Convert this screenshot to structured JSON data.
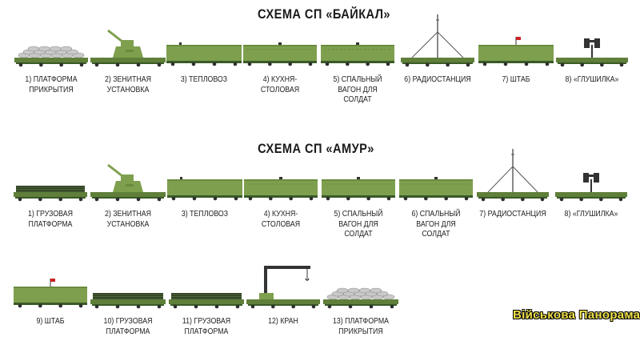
{
  "diagram": {
    "colors": {
      "car_body": "#7ea04e",
      "car_roof": "#6a8b3e",
      "platform": "#5f7f3a",
      "wheel": "#2f2f2f",
      "rail": "#3a5a27",
      "flag": "#cc2222",
      "cargo": "#c9c9c9"
    },
    "schemes": [
      {
        "title": "СХЕМА СП «БАЙКАЛ»",
        "cars": [
          {
            "kind": "cover-platform",
            "icon": "sandbag-platform-icon",
            "label_lines": [
              "1) ПЛАТФОРМА",
              "ПРИКРЫТИЯ"
            ]
          },
          {
            "kind": "anti-aircraft",
            "icon": "anti-aircraft-gun-icon",
            "label_lines": [
              "2) ЗЕНИТНАЯ",
              "УСТАНОВКА"
            ]
          },
          {
            "kind": "locomotive",
            "icon": "locomotive-icon",
            "label_lines": [
              "3) ТЕПЛОВОЗ"
            ]
          },
          {
            "kind": "passenger",
            "icon": "kitchen-car-icon",
            "label_lines": [
              "4) КУХНЯ-",
              "СТОЛОВАЯ"
            ]
          },
          {
            "kind": "passenger",
            "icon": "sleeping-car-icon",
            "label_lines": [
              "5) СПАЛЬНЫЙ",
              "ВАГОН ДЛЯ",
              "СОЛДАТ"
            ]
          },
          {
            "kind": "radio",
            "icon": "radio-mast-icon",
            "label_lines": [
              "6) РАДИОСТАНЦИЯ"
            ]
          },
          {
            "kind": "hq",
            "icon": "hq-car-icon",
            "label_lines": [
              "7) ШТАБ"
            ]
          },
          {
            "kind": "jammer",
            "icon": "jammer-icon",
            "label_lines": [
              "8) «ГЛУШИЛКА»"
            ]
          }
        ]
      },
      {
        "title": "СХЕМА СП «АМУР»",
        "cars": [
          {
            "kind": "cargo-platform",
            "icon": "cargo-platform-icon",
            "label_lines": [
              "1) ГРУЗОВАЯ",
              "ПЛАТФОРМА"
            ]
          },
          {
            "kind": "anti-aircraft",
            "icon": "anti-aircraft-gun-icon",
            "label_lines": [
              "2) ЗЕНИТНАЯ",
              "УСТАНОВКА"
            ]
          },
          {
            "kind": "locomotive",
            "icon": "locomotive-icon",
            "label_lines": [
              "3) ТЕПЛОВОЗ"
            ]
          },
          {
            "kind": "passenger",
            "icon": "kitchen-car-icon",
            "label_lines": [
              "4) КУХНЯ-",
              "СТОЛОВАЯ"
            ]
          },
          {
            "kind": "passenger",
            "icon": "sleeping-car-icon",
            "label_lines": [
              "5) СПАЛЬНЫЙ",
              "ВАГОН ДЛЯ",
              "СОЛДАТ"
            ]
          },
          {
            "kind": "passenger",
            "icon": "sleeping-car-icon",
            "label_lines": [
              "6) СПАЛЬНЫЙ",
              "ВАГОН ДЛЯ",
              "СОЛДАТ"
            ]
          },
          {
            "kind": "radio",
            "icon": "radio-mast-icon",
            "label_lines": [
              "7) РАДИОСТАНЦИЯ"
            ]
          },
          {
            "kind": "jammer",
            "icon": "jammer-icon",
            "label_lines": [
              "8) «ГЛУШИЛКА»"
            ]
          },
          {
            "kind": "hq",
            "icon": "hq-car-icon",
            "label_lines": [
              "9) ШТАБ"
            ]
          },
          {
            "kind": "cargo-platform",
            "icon": "cargo-platform-icon",
            "label_lines": [
              "10) ГРУЗОВАЯ",
              "ПЛАТФОРМА"
            ]
          },
          {
            "kind": "cargo-platform",
            "icon": "cargo-platform-icon",
            "label_lines": [
              "11) ГРУЗОВАЯ",
              "ПЛАТФОРМА"
            ]
          },
          {
            "kind": "crane",
            "icon": "crane-icon",
            "label_lines": [
              "12) КРАН"
            ]
          },
          {
            "kind": "cover-platform",
            "icon": "sandbag-platform-icon",
            "label_lines": [
              "13) ПЛАТФОРМА",
              "ПРИКРЫТИЯ"
            ]
          }
        ]
      }
    ]
  },
  "watermark": "Військова Панорама"
}
